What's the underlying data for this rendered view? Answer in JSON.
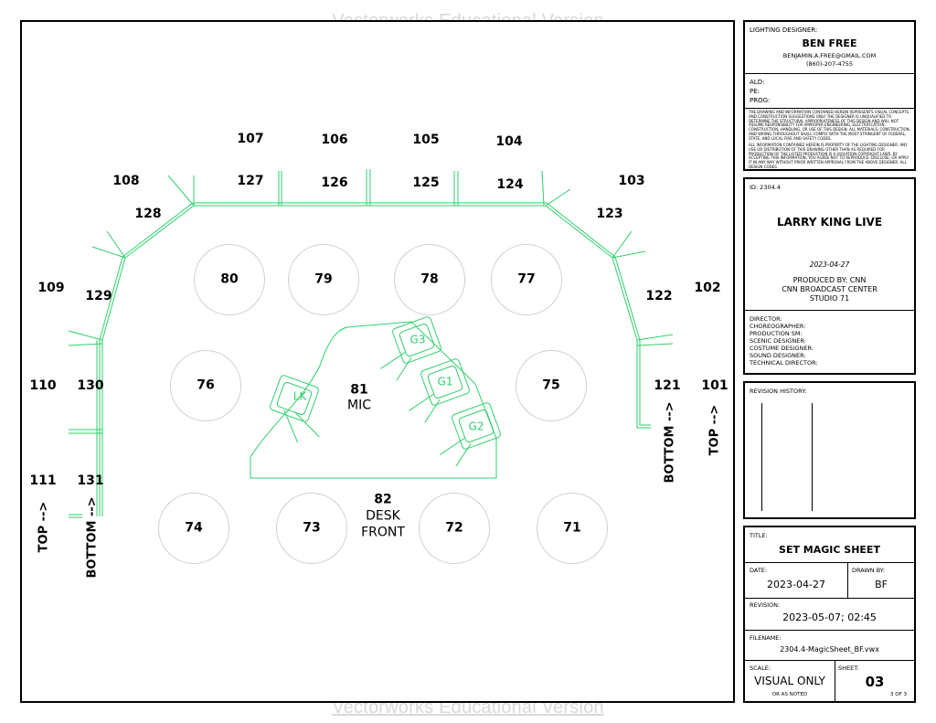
{
  "watermark": "Vectorworks Educational Version",
  "plot": {
    "position_numbers": [
      "101",
      "102",
      "103",
      "104",
      "105",
      "106",
      "107",
      "108",
      "109",
      "110",
      "111",
      "121",
      "122",
      "123",
      "124",
      "125",
      "126",
      "127",
      "128",
      "129",
      "130",
      "131"
    ],
    "circles": [
      {
        "label": "80"
      },
      {
        "label": "79"
      },
      {
        "label": "78"
      },
      {
        "label": "77"
      },
      {
        "label": "76"
      },
      {
        "label": "75"
      },
      {
        "label": "74"
      },
      {
        "label": "73"
      },
      {
        "label": "72"
      },
      {
        "label": "71"
      }
    ],
    "mic": {
      "num": "81",
      "text": "MIC"
    },
    "desk": {
      "num": "82",
      "line1": "DESK",
      "line2": "FRONT"
    },
    "chairs": [
      "LK",
      "G3",
      "G1",
      "G2"
    ],
    "left_top": "TOP -->",
    "left_bottom": "BOTTOM -->",
    "right_bottom": "BOTTOM -->",
    "right_top": "TOP -->",
    "accent_color": "#2ecf6a"
  },
  "titleblock": {
    "designer_label": "LIGHTING DESIGNER:",
    "designer_name": "BEN FREE",
    "email": "BENJAMIN.A.FREE@GMAIL.COM",
    "phone": "(860)-207-4755",
    "ald": "ALD:",
    "pe": "PE:",
    "prog": "PROG:",
    "disclaimer1": "THE DRAWING AND INFORMATION CONTAINED HEREIN REPRESENTS VISUAL CONCEPTS AND CONSTRUCTION SUGGESTIONS ONLY. THE DESIGNER IS UNQUALIFIED TO DETERMINE THE STRUCTURAL APPROPRIATENESS OF THIS DESIGN AND WILL NOT ASSUME RESPONSIBILITY FOR IMPROPER ENGINEERING, ELECTRIFICATION, CONSTRUCTION, HANDLING, OR USE OF THIS DESIGN. ALL MATERIALS, CONSTRUCTION, AND WIRING THROUGHOUT SHALL COMPLY WITH THE MOST STRINGENT OF FEDERAL, STATE, AND LOCAL FIRE AND SAFETY CODES.",
    "disclaimer2": "ALL INFORMATION CONTAINED HEREIN IS PROPERTY OF THE LIGHTING DESIGNER. ANY USE OR DISTRIBUTION OF THIS DRAWING OTHER THAN AS REQUIRED FOR PRODUCTION OF THE LISTED PRODUCTION IS A VIOLATION COPYRIGHT LAWS. BY ACCEPTING THIS INFORMATION, YOU AGREE NOT TO REPRODUCE, DISCLOSE, OR APPLY IT IN ANY WAY WITHOUT PRIOR WRITTEN APPROVAL FROM THE ABOVE DESIGNER. ALL DESIGN CODES.",
    "id": "ID: 2304.4",
    "show_title": "LARRY KING LIVE",
    "date_italic": "2023-04-27",
    "produced_by": "PRODUCED BY: CNN",
    "venue": "CNN BROADCAST CENTER",
    "studio": "STUDIO 71",
    "crew": [
      "DIRECTOR:",
      "CHOREOGRAPHER:",
      "PRODUCTION SM:",
      "SCENIC DESIGNER:",
      "COSTUME DESIGNER:",
      "SOUND DESIGNER:",
      "TECHNICAL DIRECTOR:"
    ],
    "revision_history": "REVISION HISTORY:",
    "title_label": "TITLE:",
    "title": "SET MAGIC SHEET",
    "date_label": "DATE:",
    "date": "2023-04-27",
    "drawn_label": "DRAWN BY:",
    "drawn": "BF",
    "revision_label": "REVISION:",
    "revision": "2023-05-07; 02:45",
    "filename_label": "FILENAME:",
    "filename": "2304.4-MagicSheet_BF.vwx",
    "scale_label": "SCALE:",
    "scale": "VISUAL ONLY",
    "scale_note": "OR AS NOTED",
    "sheet_label": "SHEET:",
    "sheet": "03",
    "sheet_of": "3 OF 3"
  }
}
